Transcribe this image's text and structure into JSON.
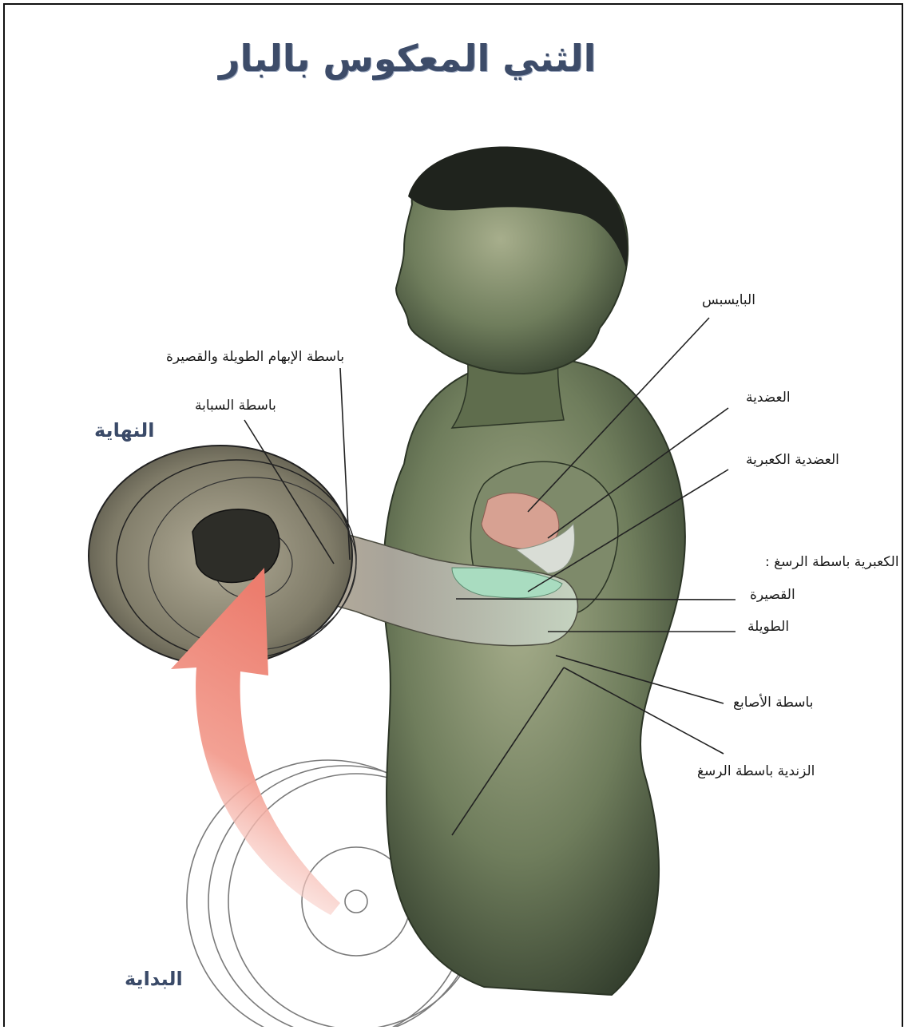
{
  "title": "الثني المعكوس بالبار",
  "stages": {
    "end": "النهاية",
    "start": "البداية"
  },
  "muscle_labels": {
    "biceps": "البايسبس",
    "brachialis": "العضدية",
    "brachioradialis": "العضدية الكعبرية",
    "extensor_pollicis": "باسطة الإبهام الطويلة والقصيرة",
    "extensor_indicis": "باسطة السبابة",
    "extensor_carpi_radialis": "الكعبرية باسطة الرسغ :",
    "brevis": "القصيرة",
    "longus": "الطويلة",
    "extensor_digitorum": "باسطة الأصابع",
    "extensor_carpi_ulnaris": "الزندية باسطة الرسغ"
  },
  "colors": {
    "title": "#3d4c69",
    "arrow": "#ef8a7c",
    "skin": "#6f7d5c",
    "plate": "#8c8a7a"
  }
}
